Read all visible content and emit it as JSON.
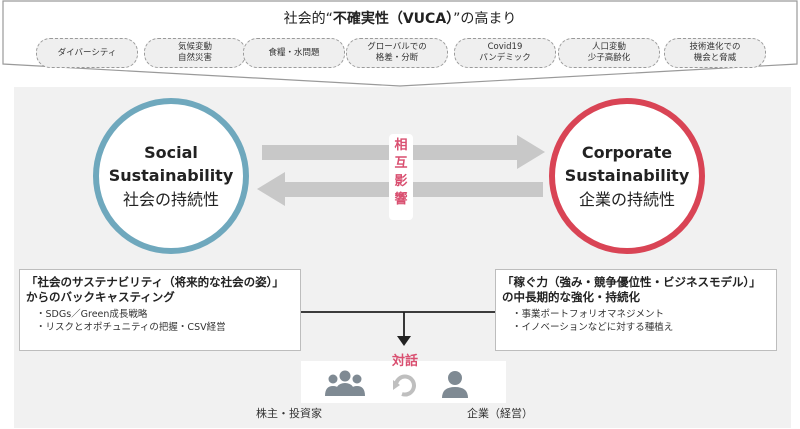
{
  "banner": {
    "prefix": "社会的“",
    "emphasis": "不確実性（VUCA）",
    "suffix": "”の高まり",
    "items": [
      "ダイバーシティ",
      "気候変動\n自然災害",
      "食糧・水問題",
      "グローバルでの\n格差・分断",
      "Covid19\nパンデミック",
      "人口変動\n少子高齢化",
      "技術進化での\n機会と脅威"
    ]
  },
  "social": {
    "en_line1": "Social",
    "en_line2": "Sustainability",
    "ja": "社会の持続性"
  },
  "corporate": {
    "en_line1": "Corporate",
    "en_line2": "Sustainability",
    "ja": "企業の持続性"
  },
  "mutual": {
    "c1": "相",
    "c2": "互",
    "c3": "影",
    "c4": "響"
  },
  "left_box": {
    "heading": "「社会のサステナビリティ（将来的な社会の姿）」からのバックキャスティング",
    "items": [
      "・SDGs／Green成長戦略",
      "・リスクとオポチュニティの把握・CSV経営"
    ]
  },
  "right_box": {
    "heading": "「稼ぐ力（強み・競争優位性・ビジネスモデル）」の中長期的な強化・持続化",
    "items": [
      "・事業ポートフォリオマネジメント",
      "・イノベーションなどに対する種植え"
    ]
  },
  "dialogue": {
    "label": "対話",
    "shareholders": "株主・投資家",
    "company": "企業（経営）"
  },
  "colors": {
    "social_ring": "#6fa8bd",
    "corporate_ring": "#d94455",
    "accent_pink": "#d94f70",
    "arrow_gray": "#c8c8c8"
  }
}
